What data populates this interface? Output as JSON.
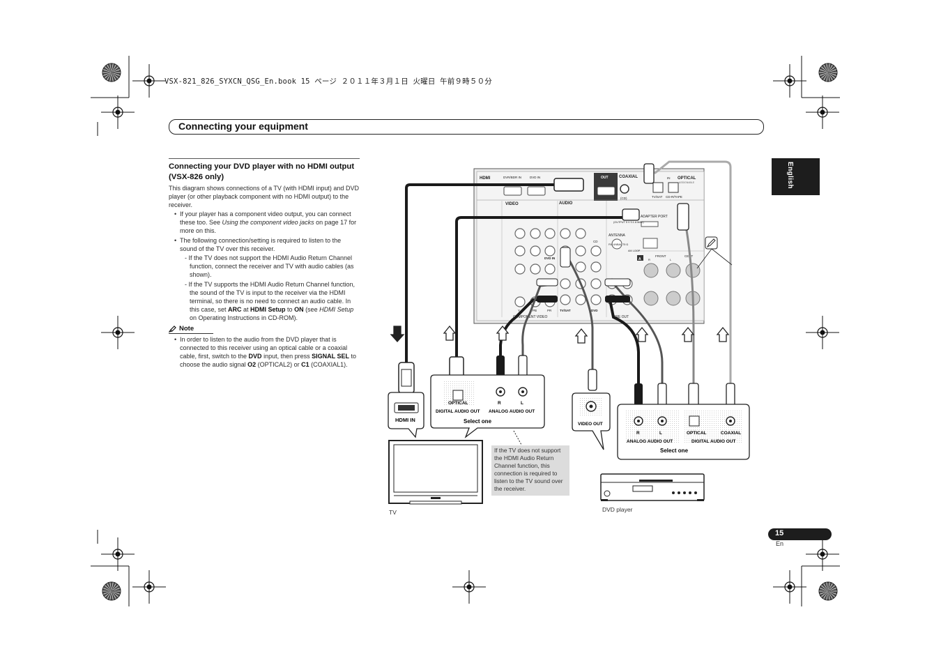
{
  "header": {
    "file_stamp": "VSX-821_826_SYXCN_QSG_En.book  15 ページ  ２０１１年３月１日  火曜日  午前９時５０分",
    "section_title": "Connecting your equipment",
    "language_tab": "English"
  },
  "article": {
    "heading": "Connecting your DVD player with no HDMI output (VSX-826 only)",
    "intro": "This diagram shows connections of a TV (with HDMI input) and DVD player (or other playback component with no HDMI output) to the receiver.",
    "bullet1_a": "If your player has a component video output, you can connect these too. See ",
    "bullet1_em": "Using the component video jacks",
    "bullet1_b": " on page 17 for more on this.",
    "bullet2": "The following connection/setting is required to listen to the sound of the TV over this receiver.",
    "dash1": "- If the TV does not support the HDMI Audio Return Channel function, connect the receiver and TV with audio cables (as shown).",
    "dash2_a": "- If the TV supports the HDMI Audio Return Channel function, the sound of the TV is input to the receiver via the HDMI terminal, so there is no need to connect an audio cable. In this case, set ",
    "dash2_arc": "ARC",
    "dash2_at": " at ",
    "dash2_hdmi_setup": "HDMI Setup",
    "dash2_to": " to ",
    "dash2_on": "ON",
    "dash2_see": " (see ",
    "dash2_em": "HDMI Setup",
    "dash2_end": " on Operating Instructions in CD-ROM).",
    "note_heading": "Note",
    "note_a": "In order to listen to the audio from the DVD player that is connected to this receiver using an optical cable or a coaxial cable, first, switch to the ",
    "note_dvd": "DVD",
    "note_b": " input, then press ",
    "note_signal_sel": "SIGNAL SEL",
    "note_c": " to choose the audio signal ",
    "note_o2": "O2",
    "note_d": " (OPTICAL2) or ",
    "note_c1": "C1",
    "note_e": " (COAXIAL1)."
  },
  "diagram": {
    "receiver": {
      "hdmi": "HDMI",
      "dvr_bdr_in": "DVR/BDR IN",
      "dvd_in": "DVD IN",
      "out": "OUT",
      "coaxial": "COAXIAL",
      "optical": "OPTICAL",
      "video": "VIDEO",
      "audio": "AUDIO",
      "in": "IN",
      "cd": "(CD)",
      "tv_sat": "TV/SAT",
      "cd_r_tape": "CD-R/TAPE",
      "assignable": "ASSIGNABLE",
      "adapter_port": "ADAPTER PORT",
      "output_spec": "(OUTPUT 5 V 0.1 A MAX)",
      "antenna": "ANTENNA",
      "am_loop": "AM LOOP",
      "fm_unbal": "FM UNBAL 75 Ω",
      "dvd_in_jack": "DVD IN",
      "cd_jack": "CD",
      "tv_sat_jack": "TV/SAT",
      "dvd_jack": "DVD",
      "component_video": "COMPONENT VIDEO",
      "pre_out": "PRE OUT",
      "front": "FRONT",
      "center": "CENT",
      "speaker_a": "A",
      "r": "R",
      "l": "L",
      "y": "Y",
      "pb": "PB",
      "pr": "PR"
    },
    "tv_panel": {
      "hdmi_in": "HDMI IN",
      "optical": "OPTICAL",
      "digital_audio_out": "DIGITAL AUDIO OUT",
      "r": "R",
      "l": "L",
      "analog_audio_out": "ANALOG AUDIO OUT",
      "select_one": "Select one"
    },
    "video_out": "VIDEO OUT",
    "dvd_panel": {
      "r": "R",
      "l": "L",
      "analog_audio_out": "ANALOG AUDIO OUT",
      "optical": "OPTICAL",
      "coaxial": "COAXIAL",
      "digital_audio_out": "DIGITAL AUDIO OUT",
      "select_one": "Select one"
    },
    "tv_note": "If the TV does not support the HDMI Audio Return Channel function, this connection is required to listen to the TV sound over the receiver.",
    "tv_label": "TV",
    "dvd_label": "DVD player"
  },
  "footer": {
    "page_number": "15",
    "page_lang": "En"
  }
}
